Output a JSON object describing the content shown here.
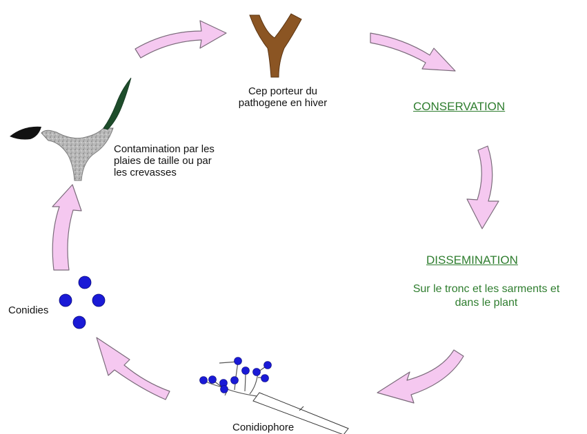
{
  "labels": {
    "cep": [
      "Cep porteur du",
      "pathogene en hiver"
    ],
    "conservation": "CONSERVATION",
    "contamination": [
      "Contamination par les",
      "plaies de taille ou par",
      "les crevasses"
    ],
    "dissemination": "DISSEMINATION",
    "dissemination_detail": [
      "Sur le tronc et les sarments et",
      "dans le plant"
    ],
    "conidies": "Conidies",
    "conidiophore": "Conidiophore"
  },
  "colors": {
    "arrow_fill": "#f5c8f0",
    "arrow_stroke": "#7a6a7a",
    "trunk": "#8b5523",
    "spore": "#1a1ad6",
    "green_text": "#2e7d2e",
    "wound": "#a9a9a9",
    "leaf": "#1e4d2b"
  }
}
